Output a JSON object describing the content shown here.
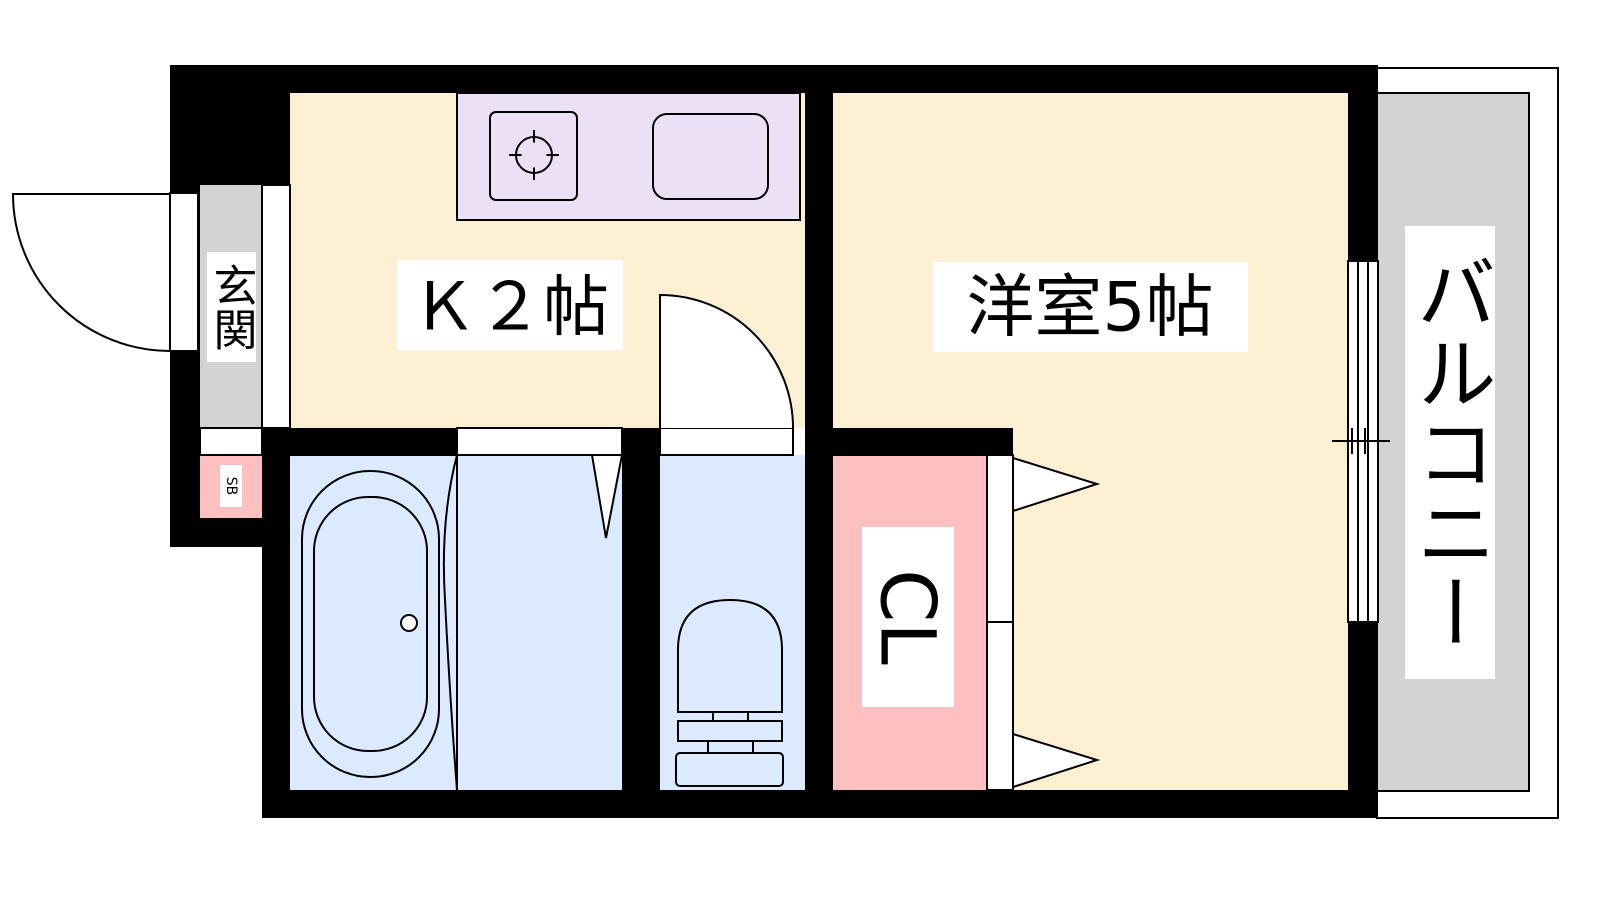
{
  "rooms": {
    "kitchen": "Ｋ２帖",
    "western_room": "洋室5帖",
    "entrance": "玄関",
    "shoe_box": "SB",
    "closet": "CL",
    "balcony": "バルコニー"
  },
  "colors": {
    "wall": "#000000",
    "floor": "#fdf0d2",
    "kitchen_counter": "#ebe0f5",
    "bath": "#dbeaff",
    "closet": "#fdbfc0",
    "balcony": "#d3d3d3",
    "entrance": "#d3d3d3"
  }
}
